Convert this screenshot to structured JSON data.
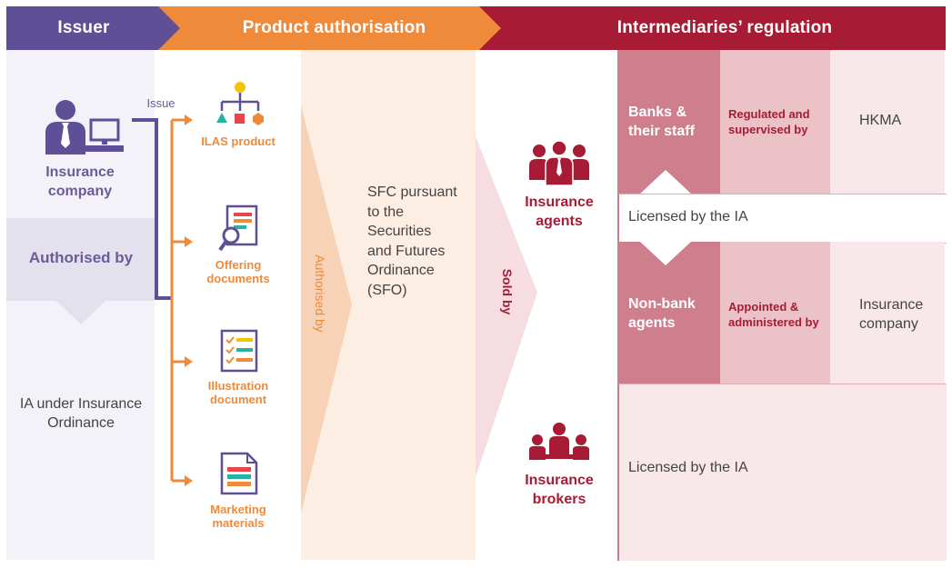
{
  "header": {
    "issuer": "Issuer",
    "product": "Product authorisation",
    "intermediaries": "Intermediaries’ regulation"
  },
  "issuer": {
    "company": "Insurance company",
    "issue_label": "Issue",
    "authorised_by": "Authorised by",
    "authority": "IA under Insurance Ordinance"
  },
  "product": {
    "items": [
      {
        "label": "ILAS product",
        "icon": "hierarchy-icon"
      },
      {
        "label": "Offering documents",
        "icon": "document-search-icon"
      },
      {
        "label": "Illustration document",
        "icon": "checklist-icon"
      },
      {
        "label": "Marketing materials",
        "icon": "document-icon"
      }
    ],
    "authorised_by": "Authorised by",
    "sfc": "SFC pursuant to the Securities and Futures Ordinance (SFO)"
  },
  "distribution": {
    "sold_by": "Sold by",
    "agents": "Insurance agents",
    "brokers": "Insurance brokers"
  },
  "regulation": {
    "banks": "Banks & their staff",
    "banks_relation": "Regulated and supervised by",
    "banks_regulator": "HKMA",
    "licensed_agents": "Licensed by the IA",
    "nonbank": "Non-bank agents",
    "nonbank_relation": "Appointed & administered by",
    "nonbank_regulator": "Insurance company",
    "licensed_brokers": "Licensed by the IA"
  },
  "colors": {
    "purple": "#5f4f96",
    "orange": "#ef8a3a",
    "crimson": "#a81b34"
  }
}
